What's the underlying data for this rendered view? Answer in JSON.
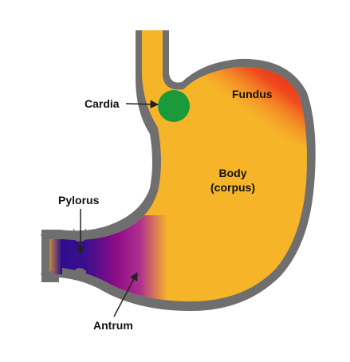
{
  "diagram": {
    "labels": {
      "cardia": "Cardia",
      "fundus": "Fundus",
      "body_line1": "Body",
      "body_line2": "(corpus)",
      "pylorus": "Pylorus",
      "antrum": "Antrum"
    },
    "colors": {
      "body": "#f6b429",
      "wall": "#6f6f6f",
      "cardia": "#1a9a3a",
      "fundus": "#ea1d1b",
      "antrum_purple": "#8a0c86",
      "pylorus_indigo": "#3b0f8c",
      "arrow": "#222222"
    }
  }
}
